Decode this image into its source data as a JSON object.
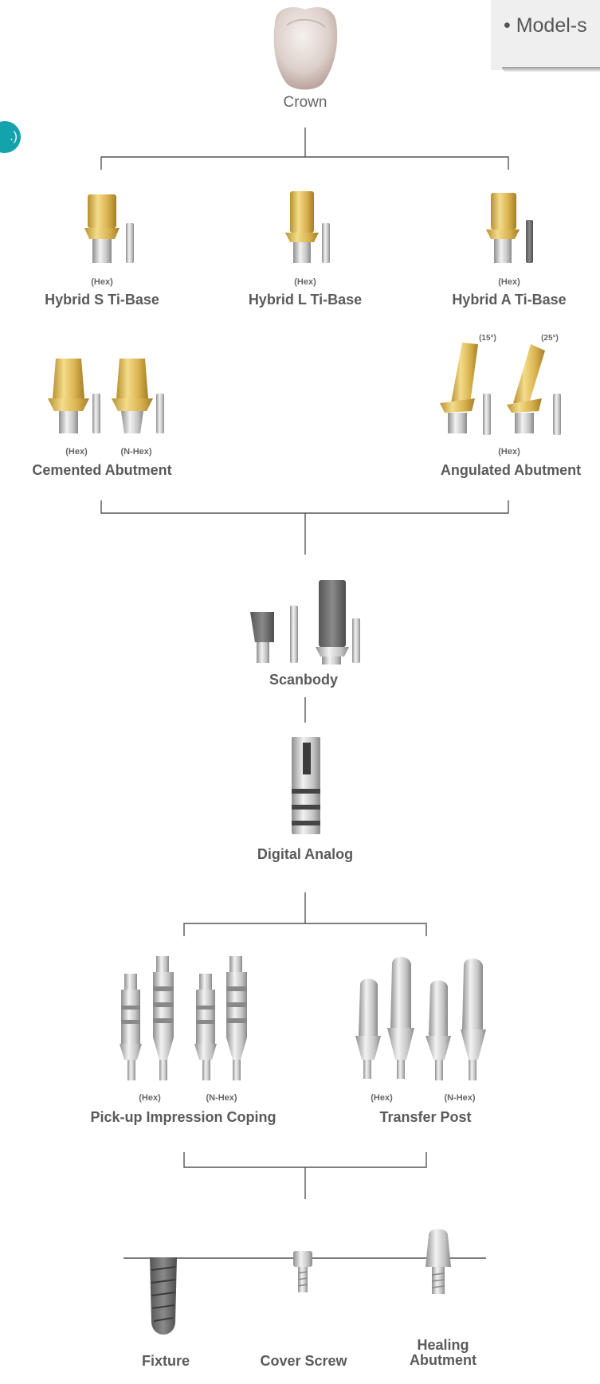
{
  "header": {
    "note_text": "• Model-s",
    "badge_text": ".)"
  },
  "crown": {
    "label": "Crown"
  },
  "ti_base_row": {
    "items": [
      {
        "type": "(Hex)",
        "name": "Hybrid S Ti-Base"
      },
      {
        "type": "(Hex)",
        "name": "Hybrid L Ti-Base"
      },
      {
        "type": "(Hex)",
        "name": "Hybrid A Ti-Base"
      }
    ]
  },
  "abutment_row": {
    "cemented": {
      "types": [
        "(Hex)",
        "(N-Hex)"
      ],
      "name": "Cemented Abutment"
    },
    "angulated": {
      "angles": [
        "(15°)",
        "(25°)"
      ],
      "type": "(Hex)",
      "name": "Angulated Abutment"
    }
  },
  "scanbody": {
    "label": "Scanbody"
  },
  "digital_analog": {
    "label": "Digital Analog"
  },
  "impression_row": {
    "pickup": {
      "types": [
        "(Hex)",
        "(N-Hex)"
      ],
      "name": "Pick-up Impression Coping"
    },
    "transfer": {
      "types": [
        "(Hex)",
        "(N-Hex)"
      ],
      "name": "Transfer Post"
    }
  },
  "bottom_row": {
    "fixture": "Fixture",
    "cover_screw": "Cover Screw",
    "healing_line1": "Healing",
    "healing_line2": "Abutment"
  },
  "colors": {
    "line": "#555555",
    "teal": "#13a3ad",
    "gold": "#d9b24f",
    "silver": "#c8c8c8",
    "dark_gray": "#666666"
  }
}
